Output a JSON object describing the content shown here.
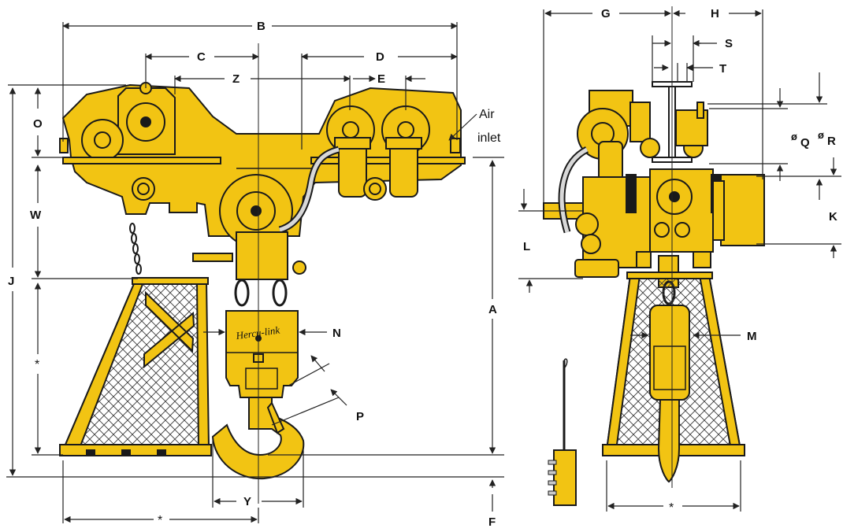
{
  "figure": {
    "dimension_labels": {
      "A": "A",
      "B": "B",
      "C": "C",
      "D": "D",
      "E": "E",
      "F": "F",
      "G": "G",
      "H": "H",
      "J": "J",
      "K": "K",
      "L": "L",
      "M": "M",
      "N": "N",
      "O": "O",
      "P": "P",
      "Q": "Q",
      "R": "R",
      "S": "S",
      "T": "T",
      "W": "W",
      "Y": "Y",
      "Z": "Z"
    },
    "diameter_symbol": "ø",
    "asterisk": "*",
    "air_inlet_line1": "Air",
    "air_inlet_line2": "inlet",
    "nameplate": "Hercu-link",
    "colors": {
      "body": "#f2c413",
      "outline": "#1a1a1a",
      "line": "#222222",
      "mesh": "#3a3a3a"
    }
  }
}
